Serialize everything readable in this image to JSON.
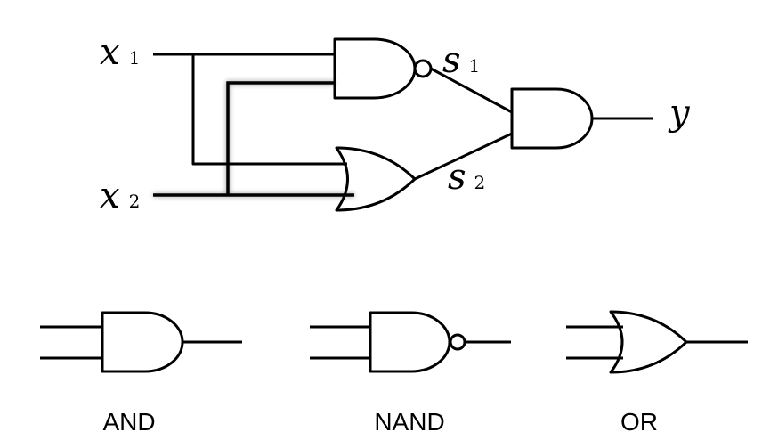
{
  "circuit": {
    "inputs": [
      {
        "name": "x",
        "sub": "1"
      },
      {
        "name": "x",
        "sub": "2"
      }
    ],
    "signals": [
      {
        "name": "s",
        "sub": "1"
      },
      {
        "name": "s",
        "sub": "2"
      }
    ],
    "output": {
      "name": "y"
    }
  },
  "legend": {
    "and_label": "AND",
    "nand_label": "NAND",
    "or_label": "OR"
  },
  "colors": {
    "stroke": "#000000",
    "background": "#ffffff"
  }
}
